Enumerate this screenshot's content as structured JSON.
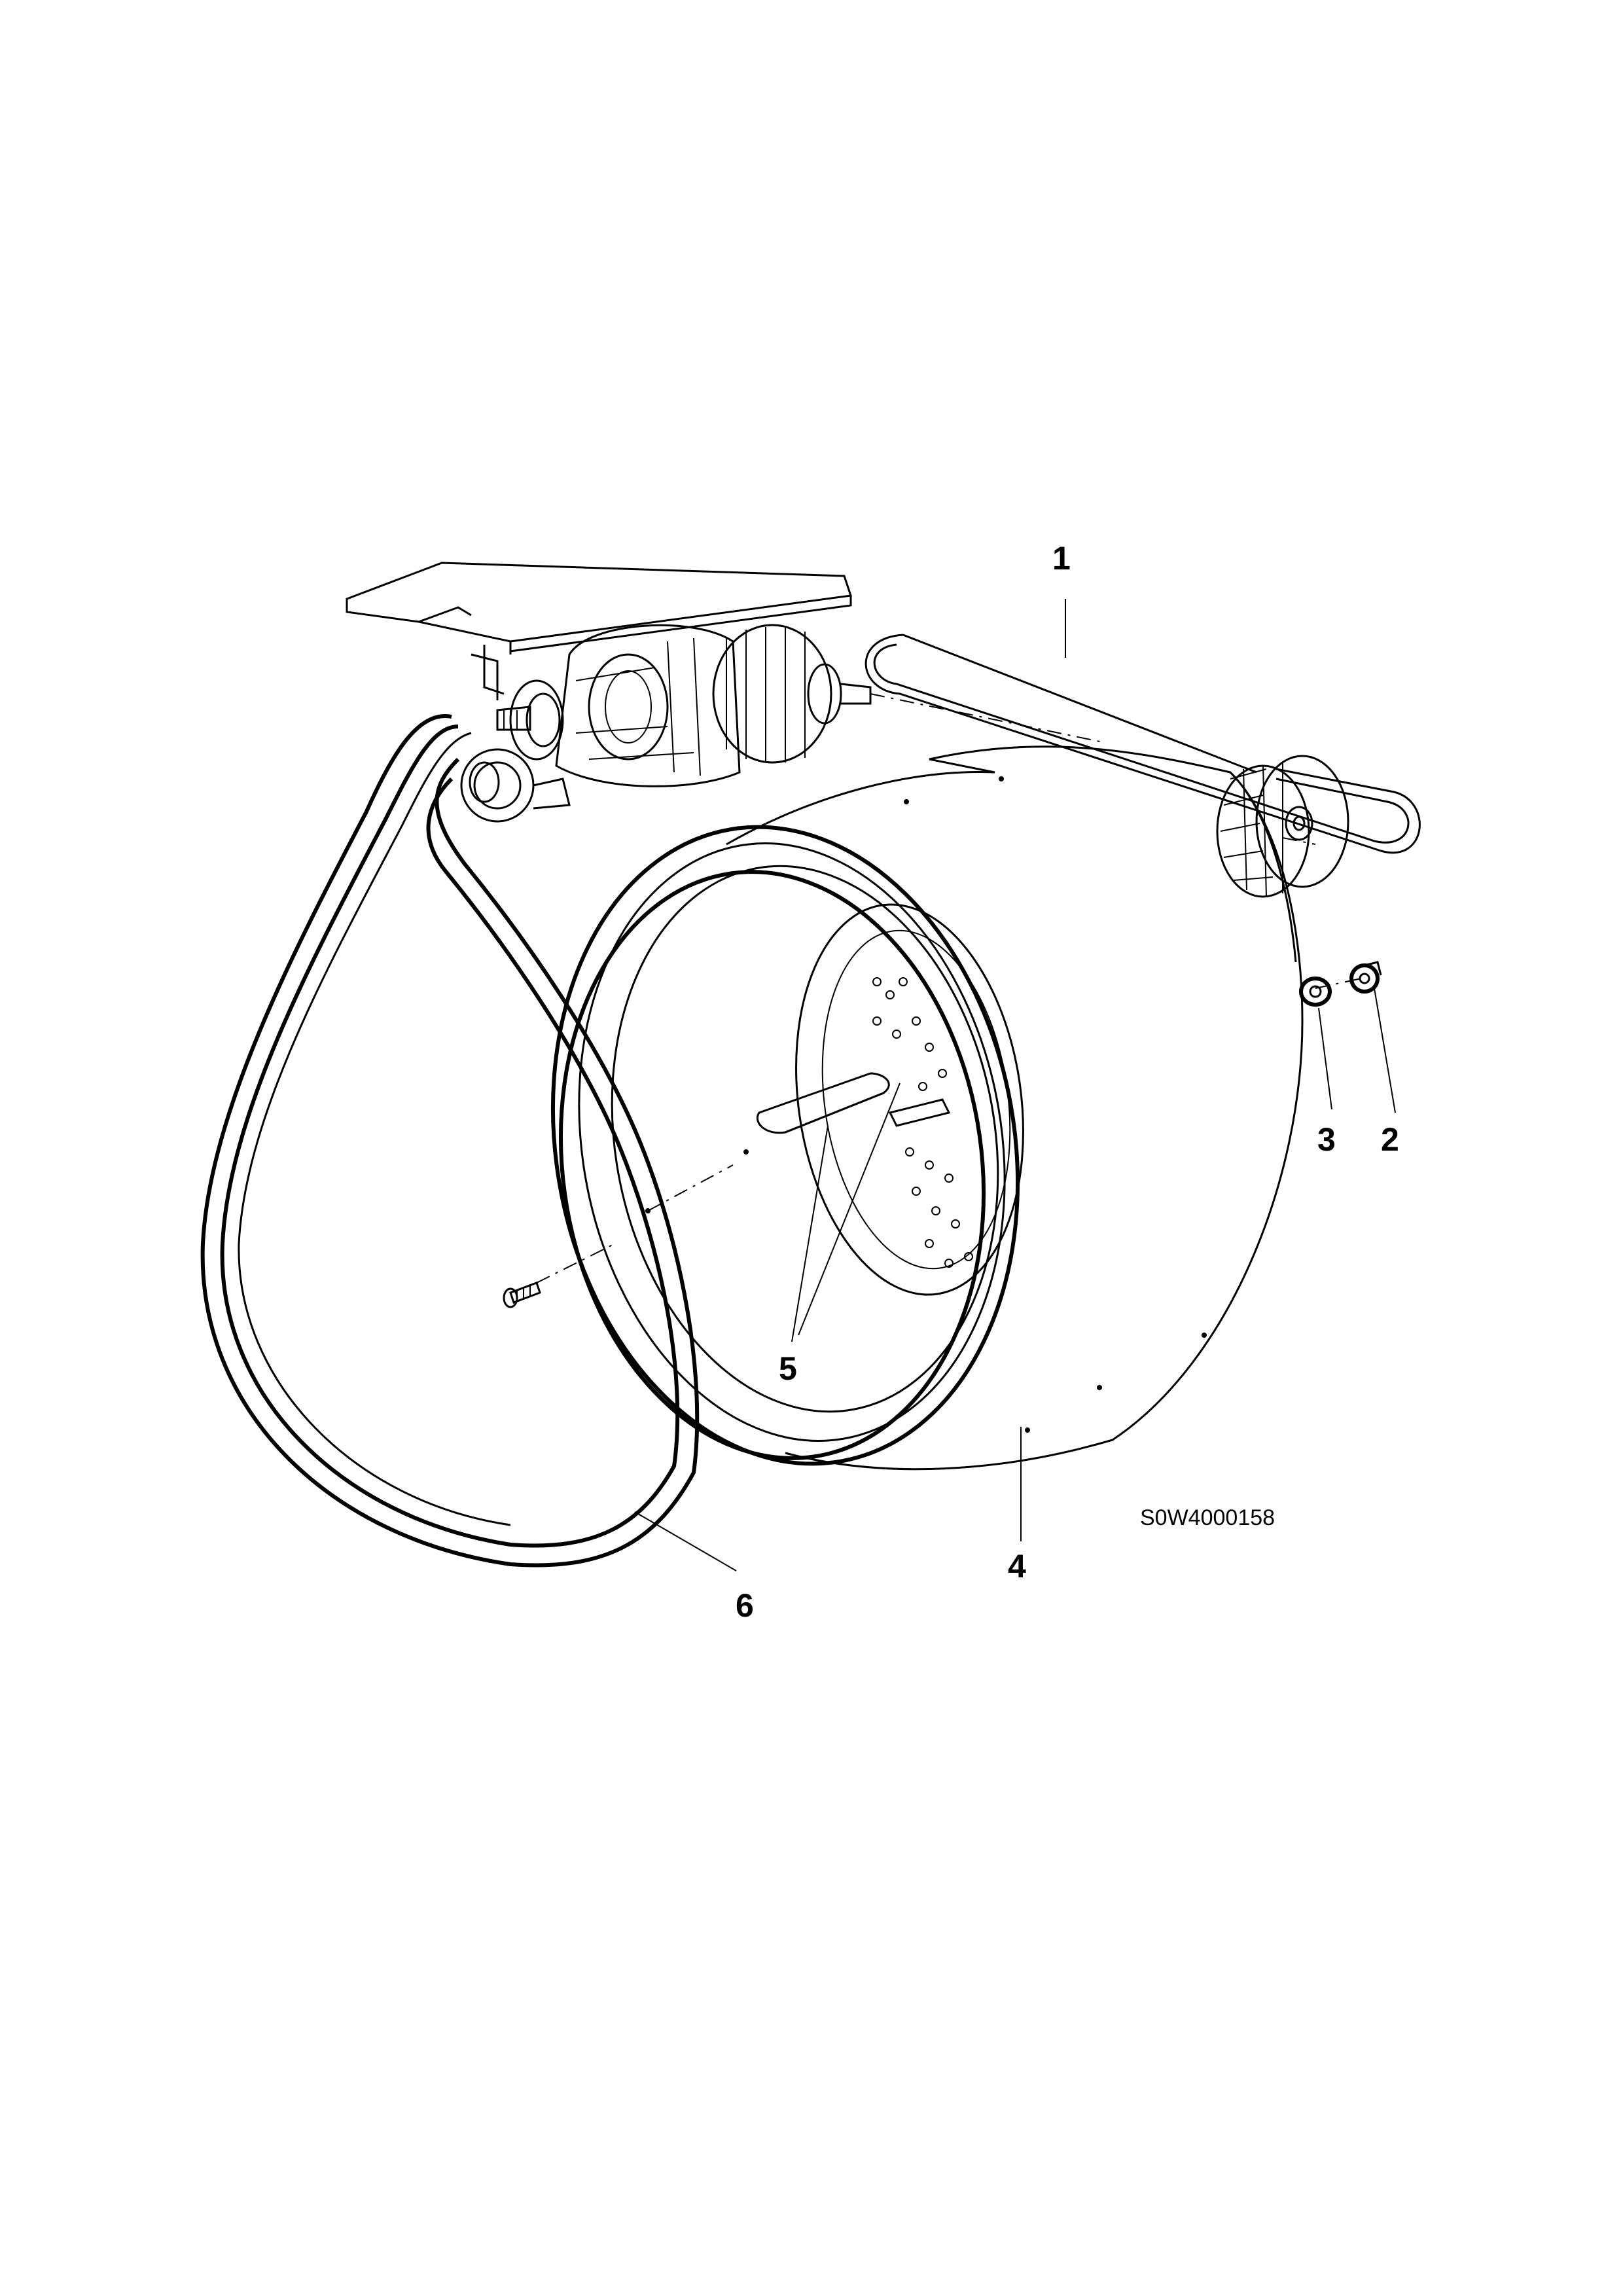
{
  "drawing_code": "S0W4000158",
  "callouts": [
    {
      "label": "1"
    },
    {
      "label": "2"
    },
    {
      "label": "3"
    },
    {
      "label": "4"
    },
    {
      "label": "5"
    },
    {
      "label": "6"
    }
  ]
}
